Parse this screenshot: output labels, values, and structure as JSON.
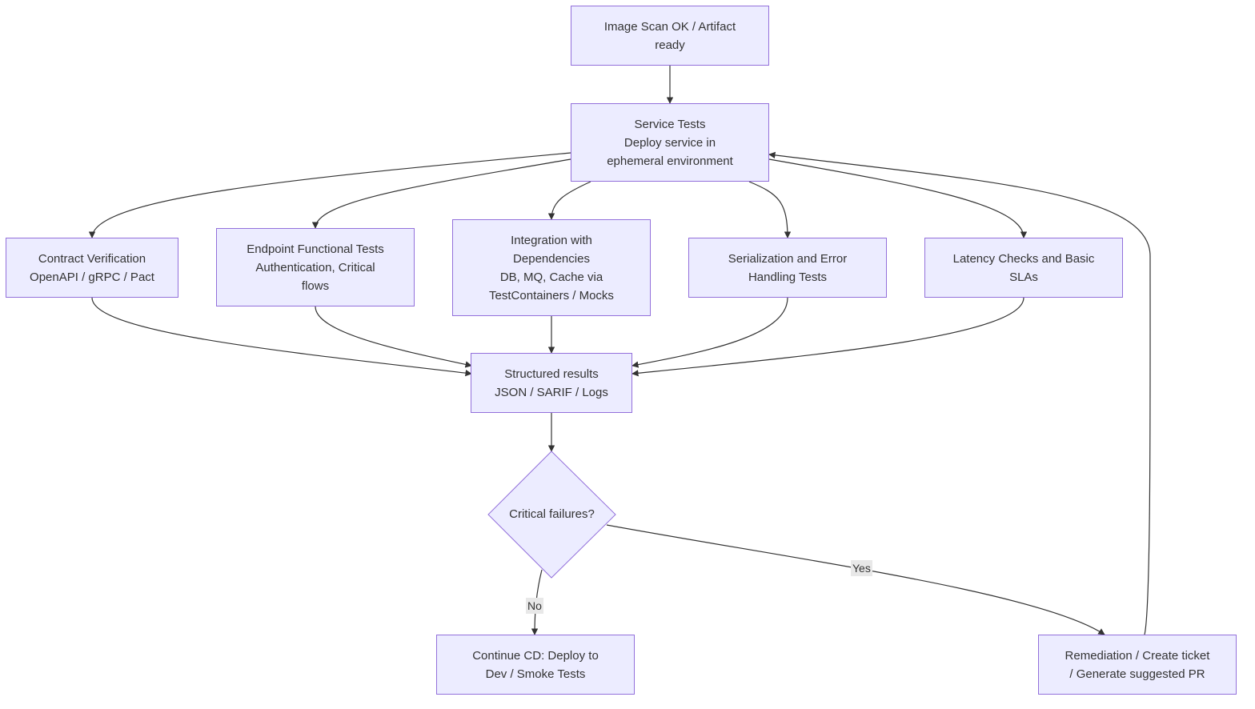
{
  "colors": {
    "node_fill": "#ECECFF",
    "node_border": "#9370DB",
    "edge": "#333333",
    "edge_label_bg": "#e8e8e8",
    "text": "#333333"
  },
  "nodes": {
    "artifact": {
      "lines": [
        "Image Scan OK / Artifact",
        "ready"
      ]
    },
    "service": {
      "lines": [
        "Service Tests",
        "Deploy service in",
        "ephemeral environment"
      ]
    },
    "contract": {
      "lines": [
        "Contract Verification",
        "OpenAPI / gRPC / Pact"
      ]
    },
    "endpoint": {
      "lines": [
        "Endpoint Functional Tests",
        "Authentication, Critical",
        "flows"
      ]
    },
    "integration": {
      "lines": [
        "Integration with",
        "Dependencies",
        "DB, MQ, Cache via",
        "TestContainers / Mocks"
      ]
    },
    "serialization": {
      "lines": [
        "Serialization and Error",
        "Handling Tests"
      ]
    },
    "latency": {
      "lines": [
        "Latency Checks and Basic",
        "SLAs"
      ]
    },
    "results": {
      "lines": [
        "Structured results",
        "JSON / SARIF / Logs"
      ]
    },
    "decision": {
      "lines": [
        "Critical failures?"
      ]
    },
    "continue": {
      "lines": [
        "Continue CD: Deploy to",
        "Dev / Smoke Tests"
      ]
    },
    "remediation": {
      "lines": [
        "Remediation / Create ticket",
        "/ Generate suggested PR"
      ]
    }
  },
  "edge_labels": {
    "yes": "Yes",
    "no": "No"
  }
}
